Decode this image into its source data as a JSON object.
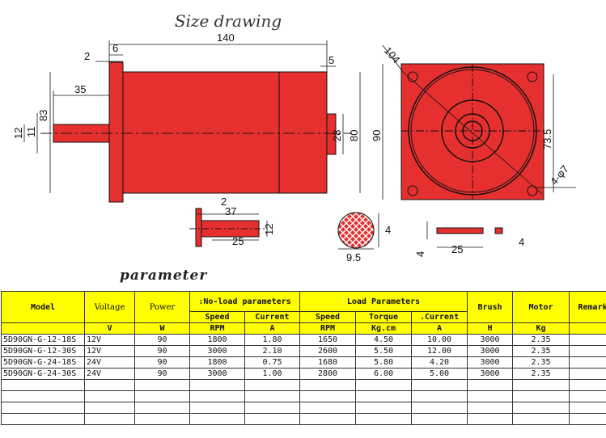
{
  "drawing": {
    "title": "Size drawing",
    "dims": {
      "length": "140",
      "d6": "6",
      "d2": "2",
      "d5": "5",
      "d35": "35",
      "d83": "83",
      "d12": "12",
      "d11": "11",
      "d28": "28",
      "d80": "80",
      "d90": "90",
      "d104": "104",
      "d73_5": "73.5",
      "holes": "4-φ7",
      "k2": "2",
      "k37": "37",
      "k25": "25",
      "k12": "12",
      "k4": "4",
      "k9_5": "9.5",
      "key4a": "4",
      "key25": "25",
      "key4b": "4"
    }
  },
  "parameter_title": "parameter",
  "table": {
    "h_model": "Model",
    "h_voltage": "Voltage",
    "h_power": "Power",
    "h_noload": ":No-load parameters",
    "h_load": "Load Parameters",
    "h_brush": "Brush",
    "h_motor": "Motor",
    "h_remarks": "Remarks",
    "sub_speed1": "Speed",
    "sub_current1": "Current",
    "sub_speed2": "Speed",
    "sub_torque": "Torque",
    "sub_current2": ".Current",
    "u_v": "V",
    "u_w": "W",
    "u_rpm1": "RPM",
    "u_a1": "A",
    "u_rpm2": "RPM",
    "u_kgcm": "Kg.cm",
    "u_a2": "A",
    "u_h": "H",
    "u_kg": "Kg",
    "rows": [
      {
        "model": "5D90GN-G-12-18S",
        "voltage": "12V",
        "power": "90",
        "nl_speed": "1800",
        "nl_current": "1.80",
        "l_speed": "1650",
        "torque": "4.50",
        "l_current": "10.00",
        "brush": "3000",
        "motor": "2.35"
      },
      {
        "model": "5D90GN-G-12-30S",
        "voltage": "12V",
        "power": "90",
        "nl_speed": "3000",
        "nl_current": "2.10",
        "l_speed": "2600",
        "torque": "5.50",
        "l_current": "12.00",
        "brush": "3000",
        "motor": "2.35"
      },
      {
        "model": "5D90GN-G-24-18S",
        "voltage": "24V",
        "power": "90",
        "nl_speed": "1800",
        "nl_current": "0.75",
        "l_speed": "1680",
        "torque": "5.80",
        "l_current": "4.20",
        "brush": "3000",
        "motor": "2.35"
      },
      {
        "model": "5D90GN-G-24-30S",
        "voltage": "24V",
        "power": "90",
        "nl_speed": "3000",
        "nl_current": "1.00",
        "l_speed": "2800",
        "torque": "6.00",
        "l_current": "5.00",
        "brush": "3000",
        "motor": "2.35"
      }
    ]
  },
  "colors": {
    "drawing_red": "#e63030",
    "header_yellow": "#ffff00"
  }
}
